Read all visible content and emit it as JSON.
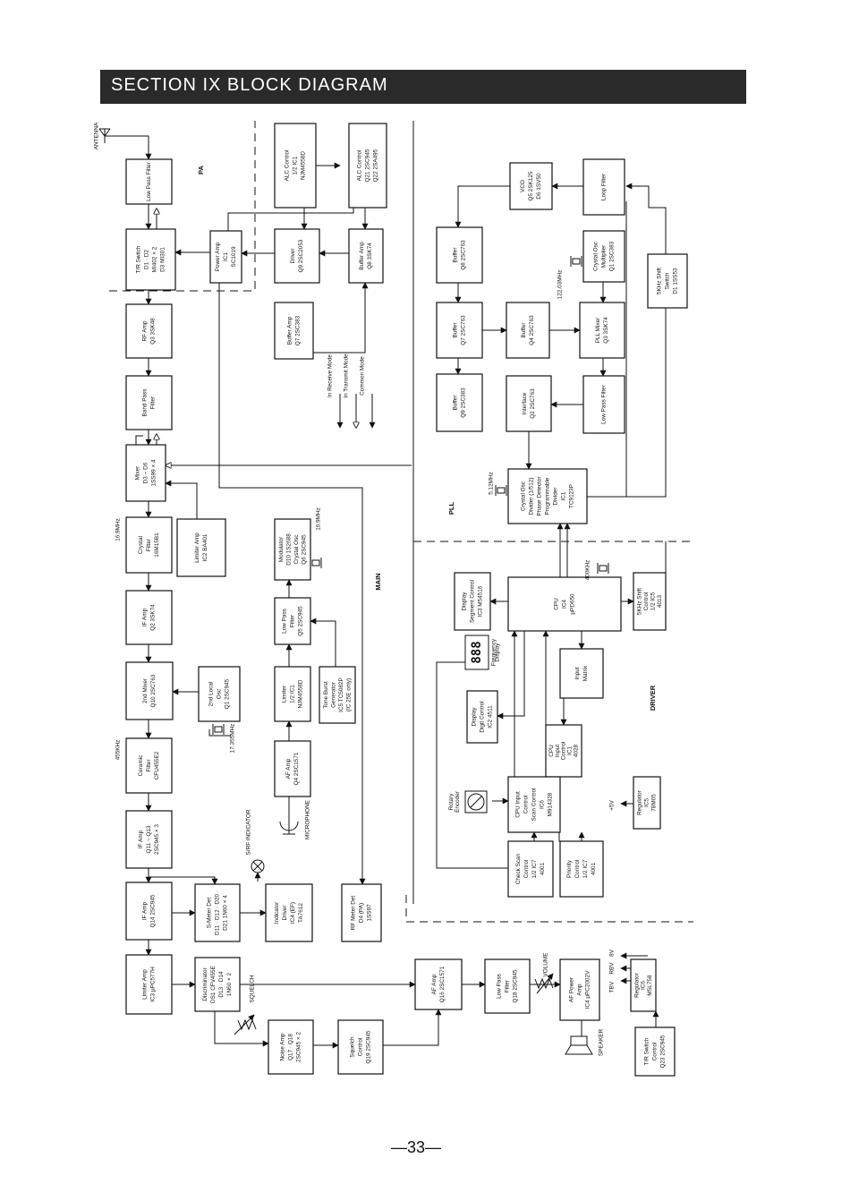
{
  "header": {
    "title": "SECTION  IX  BLOCK DIAGRAM"
  },
  "page_number": "—33—",
  "sections": {
    "pa": "PA",
    "main": "MAIN",
    "pll": "PLL",
    "driver": "DRIVER"
  },
  "labels": {
    "antenna": "ANTENNA",
    "microphone": "MICROPHONE",
    "srf_indicator": "S/RF INDICATOR",
    "squelch": "SQUELCH",
    "volume": "VOLUME",
    "speaker": "SPEAKER",
    "legend_receive": "In Receive Mode",
    "legend_transmit": "In Transmit Mode",
    "legend_common": "Common Mode",
    "freq_169": "16.9MHz",
    "freq_169b": "16.9MHz",
    "freq_455": "455KHz",
    "freq_17355": "17.355MHz",
    "freq_512": "5.12MHz",
    "freq_400": "400KHz",
    "freq_122": "122.03MHz",
    "plus5v": "+5V",
    "v_tbv": "TBV",
    "v_rbv": "RBV",
    "v_8v": "8V",
    "display_digits": "888"
  },
  "blocks": [
    {
      "id": "low-pass-filter-ant",
      "lines": [
        "Low Pass Filter"
      ]
    },
    {
      "id": "tr-switch",
      "lines": [
        "T/R Switch",
        "D1 · D2",
        "MI402 × 2",
        "D3 MI301"
      ]
    },
    {
      "id": "rf-amp",
      "lines": [
        "RF Amp",
        "Q3 3SK48"
      ]
    },
    {
      "id": "band-pass-filter",
      "lines": [
        "Band Pass",
        "Filter"
      ]
    },
    {
      "id": "mixer",
      "lines": [
        "Mixer",
        "D3 ~ D6",
        "1SS99 × 4"
      ]
    },
    {
      "id": "crystal-filter",
      "lines": [
        "Crystal",
        "Filter",
        "16M15B1"
      ]
    },
    {
      "id": "if-amp-q2",
      "lines": [
        "IF Amp",
        "Q2 3SK74"
      ]
    },
    {
      "id": "2nd-mixer",
      "lines": [
        "2nd Mixer",
        "Q10 2SC763"
      ]
    },
    {
      "id": "ceramic-filter",
      "lines": [
        "Ceramic",
        "Filter",
        "CFU455E2"
      ]
    },
    {
      "id": "if-amp-q11",
      "lines": [
        "IF Amp",
        "Q11 ~ Q13",
        "2SC945 × 3"
      ]
    },
    {
      "id": "if-amp-q14",
      "lines": [
        "IF Amp",
        "Q14 2SC945"
      ]
    },
    {
      "id": "limiter-amp-ic3",
      "lines": [
        "Limiter Amp",
        "IC3 µPC577H"
      ]
    },
    {
      "id": "power-amp",
      "lines": [
        "Power Amp",
        "IC1",
        "SC1019"
      ]
    },
    {
      "id": "driver",
      "lines": [
        "Driver",
        "Q9 2SC2053"
      ]
    },
    {
      "id": "buffer-amp-q8",
      "lines": [
        "Buffer Amp",
        "Q8 3SK74"
      ]
    },
    {
      "id": "buffer-amp-q7",
      "lines": [
        "Buffer Amp",
        "Q7 2SC383"
      ]
    },
    {
      "id": "alc-control-ic1",
      "lines": [
        "ALC Control",
        "1/2 IC1",
        "NJM4558D"
      ]
    },
    {
      "id": "alc-control-q21",
      "lines": [
        "ALC Control",
        "Q21 2SC945",
        "Q22 2SA495"
      ]
    },
    {
      "id": "limiter-amp-ic2",
      "lines": [
        "Limiter Amp",
        "IC2 BA401"
      ]
    },
    {
      "id": "modulator",
      "lines": [
        "Modulator",
        "D10 1S2688",
        "Crystal Osc",
        "Q6 2SC945"
      ]
    },
    {
      "id": "low-pass-filter-q5",
      "lines": [
        "Low Pass",
        "Filter",
        "Q5 2SC945"
      ]
    },
    {
      "id": "limiter-ic1",
      "lines": [
        "Limiter",
        "1/2 IC1",
        "NJM4558D"
      ]
    },
    {
      "id": "tone-burst",
      "lines": [
        "Tone Burst",
        "Generator",
        "IC5 TC5082P",
        "(IC 25E only)"
      ]
    },
    {
      "id": "2nd-local-osc",
      "lines": [
        "2nd Local",
        "Osc",
        "Q1 2SC945"
      ]
    },
    {
      "id": "af-amp-q4",
      "lines": [
        "AF Amp",
        "Q4 2SC1571"
      ]
    },
    {
      "id": "s-meter-det",
      "lines": [
        "S-Meter Det",
        "D11 · D12 · D20 ·",
        "D21  1N60 × 4"
      ]
    },
    {
      "id": "indicator-driver",
      "lines": [
        "Indicator",
        "Driver",
        "IC4 (EF)",
        "TA7612"
      ]
    },
    {
      "id": "rf-meter-det",
      "lines": [
        "RF Meter Det",
        "D4 (PA)",
        "1SS97"
      ]
    },
    {
      "id": "discriminator",
      "lines": [
        "Discriminator",
        "DS1 CFV455E",
        "D13 · D14",
        "1N60 × 2"
      ]
    },
    {
      "id": "noise-amp",
      "lines": [
        "Noise Amp",
        "Q17 · Q18",
        "2SC945 × 2"
      ]
    },
    {
      "id": "squelch-control",
      "lines": [
        "Squelch",
        "Control",
        "Q19 2SC945"
      ]
    },
    {
      "id": "af-amp-q16",
      "lines": [
        "AF Amp",
        "Q16 2SC1571"
      ]
    },
    {
      "id": "low-pass-filter-q18",
      "lines": [
        "Low Pass",
        "Filter",
        "Q18 2SC945"
      ]
    },
    {
      "id": "af-power-amp",
      "lines": [
        "AF Power",
        "Amp",
        "IC4 µPC2002V"
      ]
    },
    {
      "id": "regulator-ic6",
      "lines": [
        "Regulator",
        "IC6",
        "M5L758"
      ]
    },
    {
      "id": "tr-switch-control",
      "lines": [
        "T/R Switch",
        "Control",
        "Q23 2SC945"
      ]
    },
    {
      "id": "vco",
      "lines": [
        "VCO",
        "Q5 2SK125",
        "D6 1SV50"
      ]
    },
    {
      "id": "loop-filter",
      "lines": [
        "Loop Filter"
      ]
    },
    {
      "id": "buffer-q8",
      "lines": [
        "Buffer",
        "Q8 2SC763"
      ]
    },
    {
      "id": "crystal-osc-multiplier",
      "lines": [
        "Crystal Osc",
        "Multiplier",
        "Q1 2SC383"
      ]
    },
    {
      "id": "5khz-shift-switch",
      "lines": [
        "5KHz Shift",
        "Switch",
        "D1 1SS53"
      ]
    },
    {
      "id": "buffer-q7",
      "lines": [
        "Buffer",
        "Q7 2SC763"
      ]
    },
    {
      "id": "buffer-q4",
      "lines": [
        "Buffer",
        "Q4 2SC763"
      ]
    },
    {
      "id": "pll-mixer",
      "lines": [
        "PLL Mixer",
        "Q3 3SK74"
      ]
    },
    {
      "id": "buffer-q9",
      "lines": [
        "Buffer",
        "Q9 2SC383"
      ]
    },
    {
      "id": "interface",
      "lines": [
        "Interface",
        "Q2 2SC763"
      ]
    },
    {
      "id": "low-pass-filter-pll",
      "lines": [
        "Low Pass Filter"
      ]
    },
    {
      "id": "pll-ic1",
      "lines": [
        "Crystal Osc",
        "Divider (1/512)",
        "Phase Detector",
        "Programmable",
        "Divider",
        "IC1",
        "TC9123P"
      ]
    },
    {
      "id": "display-segment-control",
      "lines": [
        "Display",
        "Segment Control",
        "IC3 M54516"
      ]
    },
    {
      "id": "cpu",
      "lines": [
        "CPU",
        "IC4",
        "µPD650"
      ]
    },
    {
      "id": "5khz-shift-control",
      "lines": [
        "5KHz Shift",
        "Control",
        "1/2 IC5",
        "4013"
      ]
    },
    {
      "id": "input-matrix",
      "lines": [
        "Input",
        "Matrix"
      ]
    },
    {
      "id": "display-digit-control",
      "lines": [
        "Display",
        "Digit Control",
        "IC2 4511"
      ]
    },
    {
      "id": "cpu-input-control-ic1",
      "lines": [
        "CPU",
        "Input",
        "Control",
        "IC1",
        "4028"
      ]
    },
    {
      "id": "cpu-input-control-ic6",
      "lines": [
        "CPU Input",
        "Control",
        "Scan Control",
        "IC6",
        "M914328"
      ]
    },
    {
      "id": "regulator-ic5",
      "lines": [
        "Regulator",
        "IC5",
        "78M05"
      ]
    },
    {
      "id": "check-scan-control",
      "lines": [
        "Check Scan",
        "Control",
        "1/2 IC7",
        "4001"
      ]
    },
    {
      "id": "priority-control",
      "lines": [
        "Priority",
        "Control",
        "1/2 IC7",
        "4001"
      ]
    },
    {
      "id": "rotary-encoder",
      "lines": [
        "Rotary",
        "Encoder"
      ]
    },
    {
      "id": "frequency-display",
      "lines": [
        "Frequency",
        "Display"
      ]
    }
  ]
}
